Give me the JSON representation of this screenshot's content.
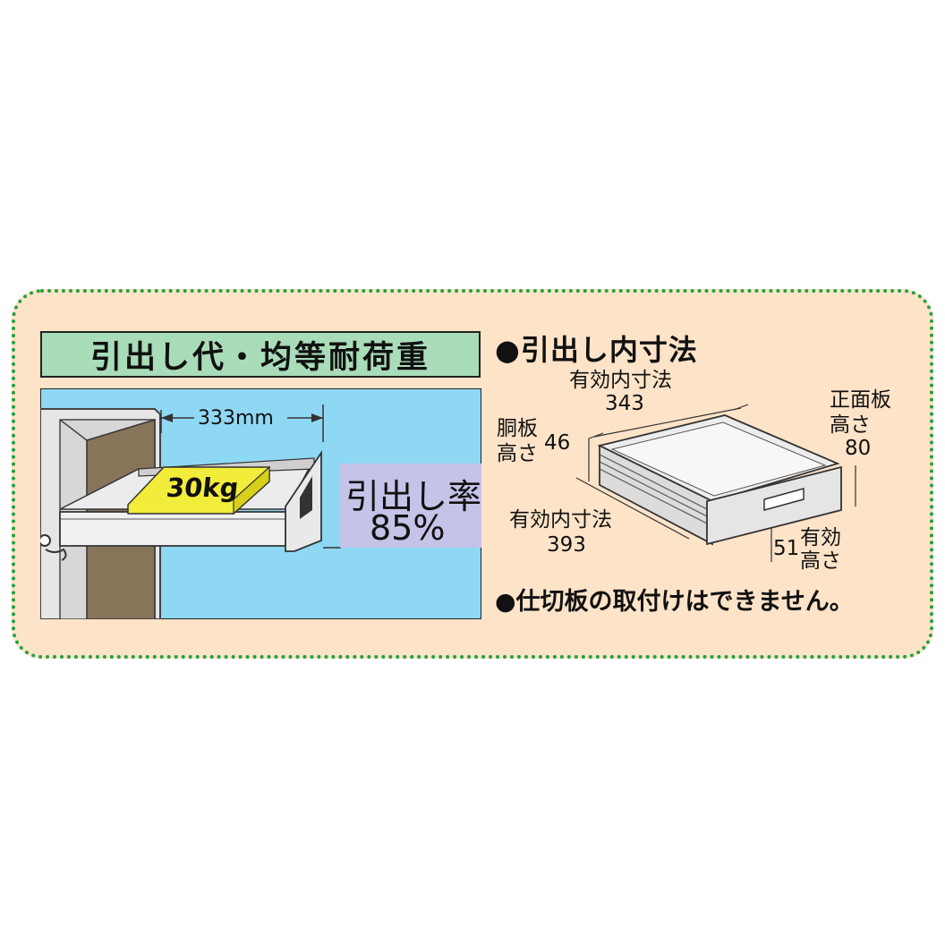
{
  "left_panel": {
    "title": "引出し代・均等耐荷重",
    "pull_distance": "333mm",
    "load": "30kg",
    "rate_label": "引出し率",
    "rate_value": "85%"
  },
  "right_panel": {
    "heading": "●引出し内寸法",
    "width_label": "有効内寸法",
    "width_value": "343",
    "side_label_1": "胴板",
    "side_label_2": "高さ",
    "side_value": "46",
    "front_label_1": "正面板",
    "front_label_2": "高さ",
    "front_value": "80",
    "depth_label": "有効内寸法",
    "depth_value": "393",
    "eff_value": "51",
    "eff_label_1": "有効",
    "eff_label_2": "高さ",
    "note": "●仕切板の取付けはできません。"
  },
  "colors": {
    "panel_bg": "#fde3c8",
    "dotted_border": "#21a13c",
    "title_bg": "#a9dcb9",
    "scene_bg": "#8fd8f4",
    "load_box": "#f2ec3a",
    "rate_bg": "#c5c3e7"
  }
}
